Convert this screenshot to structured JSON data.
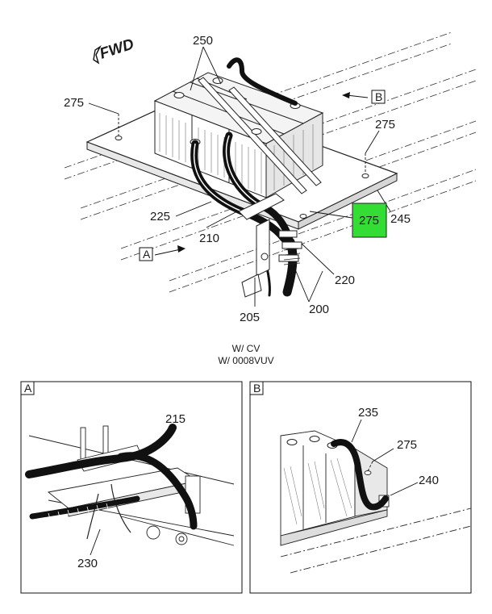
{
  "diagram": {
    "direction_label": "FWD",
    "callouts": {
      "c250": "250",
      "c275_left": "275",
      "c275_right": "275",
      "c275_highlight": "275",
      "c245": "245",
      "c225": "225",
      "c210": "210",
      "c220": "220",
      "c200": "200",
      "c205": "205",
      "view_a": "A",
      "view_b": "B"
    },
    "highlight_color": "#33dd33",
    "caption_line1": "W/ CV",
    "caption_line2": "W/ 0008VUV"
  },
  "detail_a": {
    "tag": "A",
    "callout_215": "215",
    "callout_230": "230"
  },
  "detail_b": {
    "tag": "B",
    "callout_235": "235",
    "callout_275": "275",
    "callout_240": "240"
  }
}
